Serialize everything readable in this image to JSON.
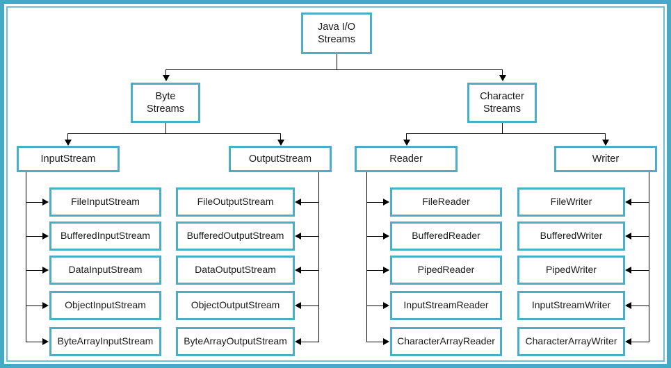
{
  "diagram": {
    "title_node": {
      "label": "Java I/O\nStreams"
    },
    "level2": [
      {
        "id": "byte-streams",
        "label": "Byte\nStreams"
      },
      {
        "id": "character-streams",
        "label": "Character\nStreams"
      }
    ],
    "level3": [
      {
        "id": "inputstream",
        "label": "InputStream"
      },
      {
        "id": "outputstream",
        "label": "OutputStream"
      },
      {
        "id": "reader",
        "label": "Reader"
      },
      {
        "id": "writer",
        "label": "Writer"
      }
    ],
    "columns": {
      "inputstream_children": [
        {
          "label": "FileInputStream"
        },
        {
          "label": "BufferedInputStream"
        },
        {
          "label": "DataInputStream"
        },
        {
          "label": "ObjectInputStream"
        },
        {
          "label": "ByteArrayInputStream"
        }
      ],
      "outputstream_children": [
        {
          "label": "FileOutputStream"
        },
        {
          "label": "BufferedOutputStream"
        },
        {
          "label": "DataOutputStream"
        },
        {
          "label": "ObjectOutputStream"
        },
        {
          "label": "ByteArrayOutputStream"
        }
      ],
      "reader_children": [
        {
          "label": "FileReader"
        },
        {
          "label": "BufferedReader"
        },
        {
          "label": "PipedReader"
        },
        {
          "label": "InputStreamReader"
        },
        {
          "label": "CharacterArrayReader"
        }
      ],
      "writer_children": [
        {
          "label": "FileWriter"
        },
        {
          "label": "BufferedWriter"
        },
        {
          "label": "PipedWriter"
        },
        {
          "label": "InputStreamWriter"
        },
        {
          "label": "CharacterArrayWriter"
        }
      ]
    }
  },
  "colors": {
    "box_border": "#4aaec7",
    "frame_outer": "#45abc4",
    "frame_inner": "#6fc0d4",
    "connector": "#000000",
    "background": "#ffffff",
    "text": "#1a1a1a"
  }
}
